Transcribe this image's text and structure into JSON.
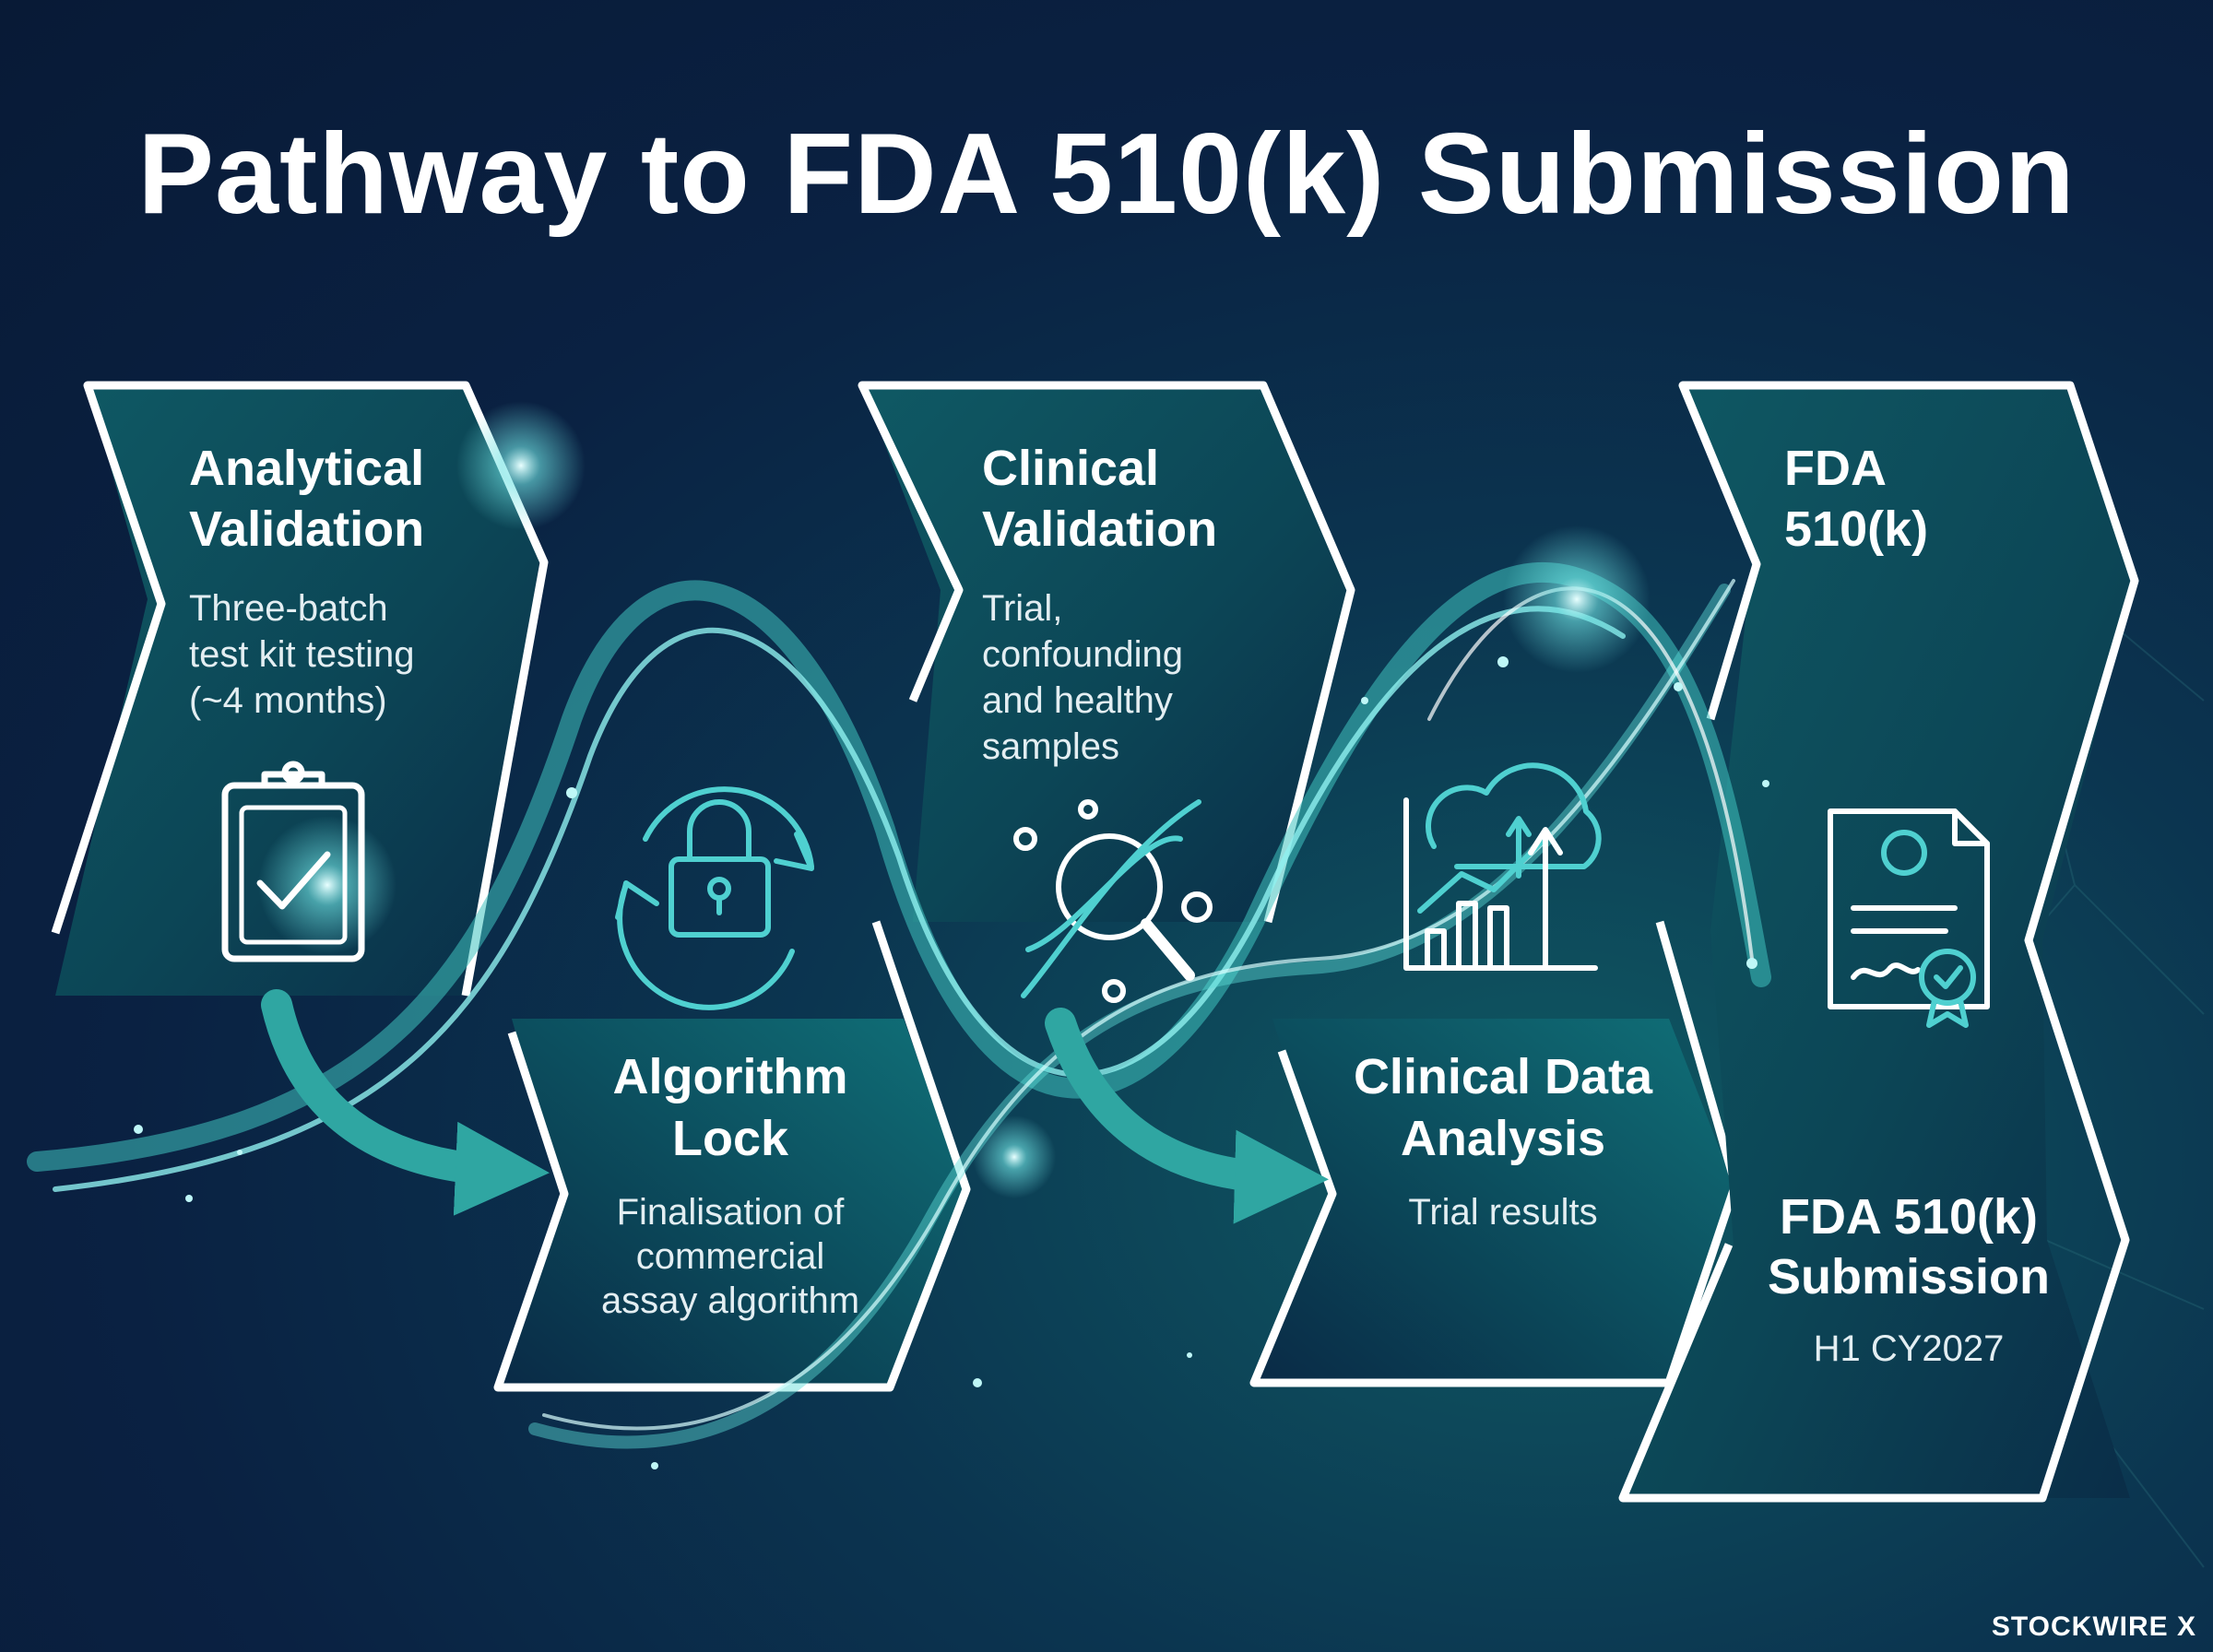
{
  "title": "Pathway to FDA 510(k) Submission",
  "steps": [
    {
      "heading_1": "Analytical",
      "heading_2": "Validation",
      "desc_1": "Three-batch",
      "desc_2": "test kit testing",
      "desc_3": "(~4 months)",
      "icon": "clipboard-check-icon"
    },
    {
      "heading_1": "Algorithm",
      "heading_2": "Lock",
      "desc_1": "Finalisation of",
      "desc_2": "commercial",
      "desc_3": "assay algorithm",
      "icon": "lock-cycle-icon"
    },
    {
      "heading_1": "Clinical",
      "heading_2": "Validation",
      "desc_1": "Trial,",
      "desc_2": "confounding",
      "desc_3": "and healthy",
      "desc_4": "samples",
      "icon": "dna-magnifier-icon"
    },
    {
      "heading_1": "Clinical Data",
      "heading_2": "Analysis",
      "desc_1": "Trial results",
      "icon": "cloud-analytics-icon"
    },
    {
      "heading_1": "FDA",
      "heading_2": "510(k)",
      "icon": "certificate-icon"
    },
    {
      "heading_1": "FDA 510(k)",
      "heading_2": "Submission",
      "desc_1": "H1 CY2027"
    }
  ],
  "brand": "STOCKWIRE X",
  "colors": {
    "background": "#0a2142",
    "panel": "#0f5a63",
    "accent": "#4fd0d0",
    "outline": "#ffffff"
  }
}
